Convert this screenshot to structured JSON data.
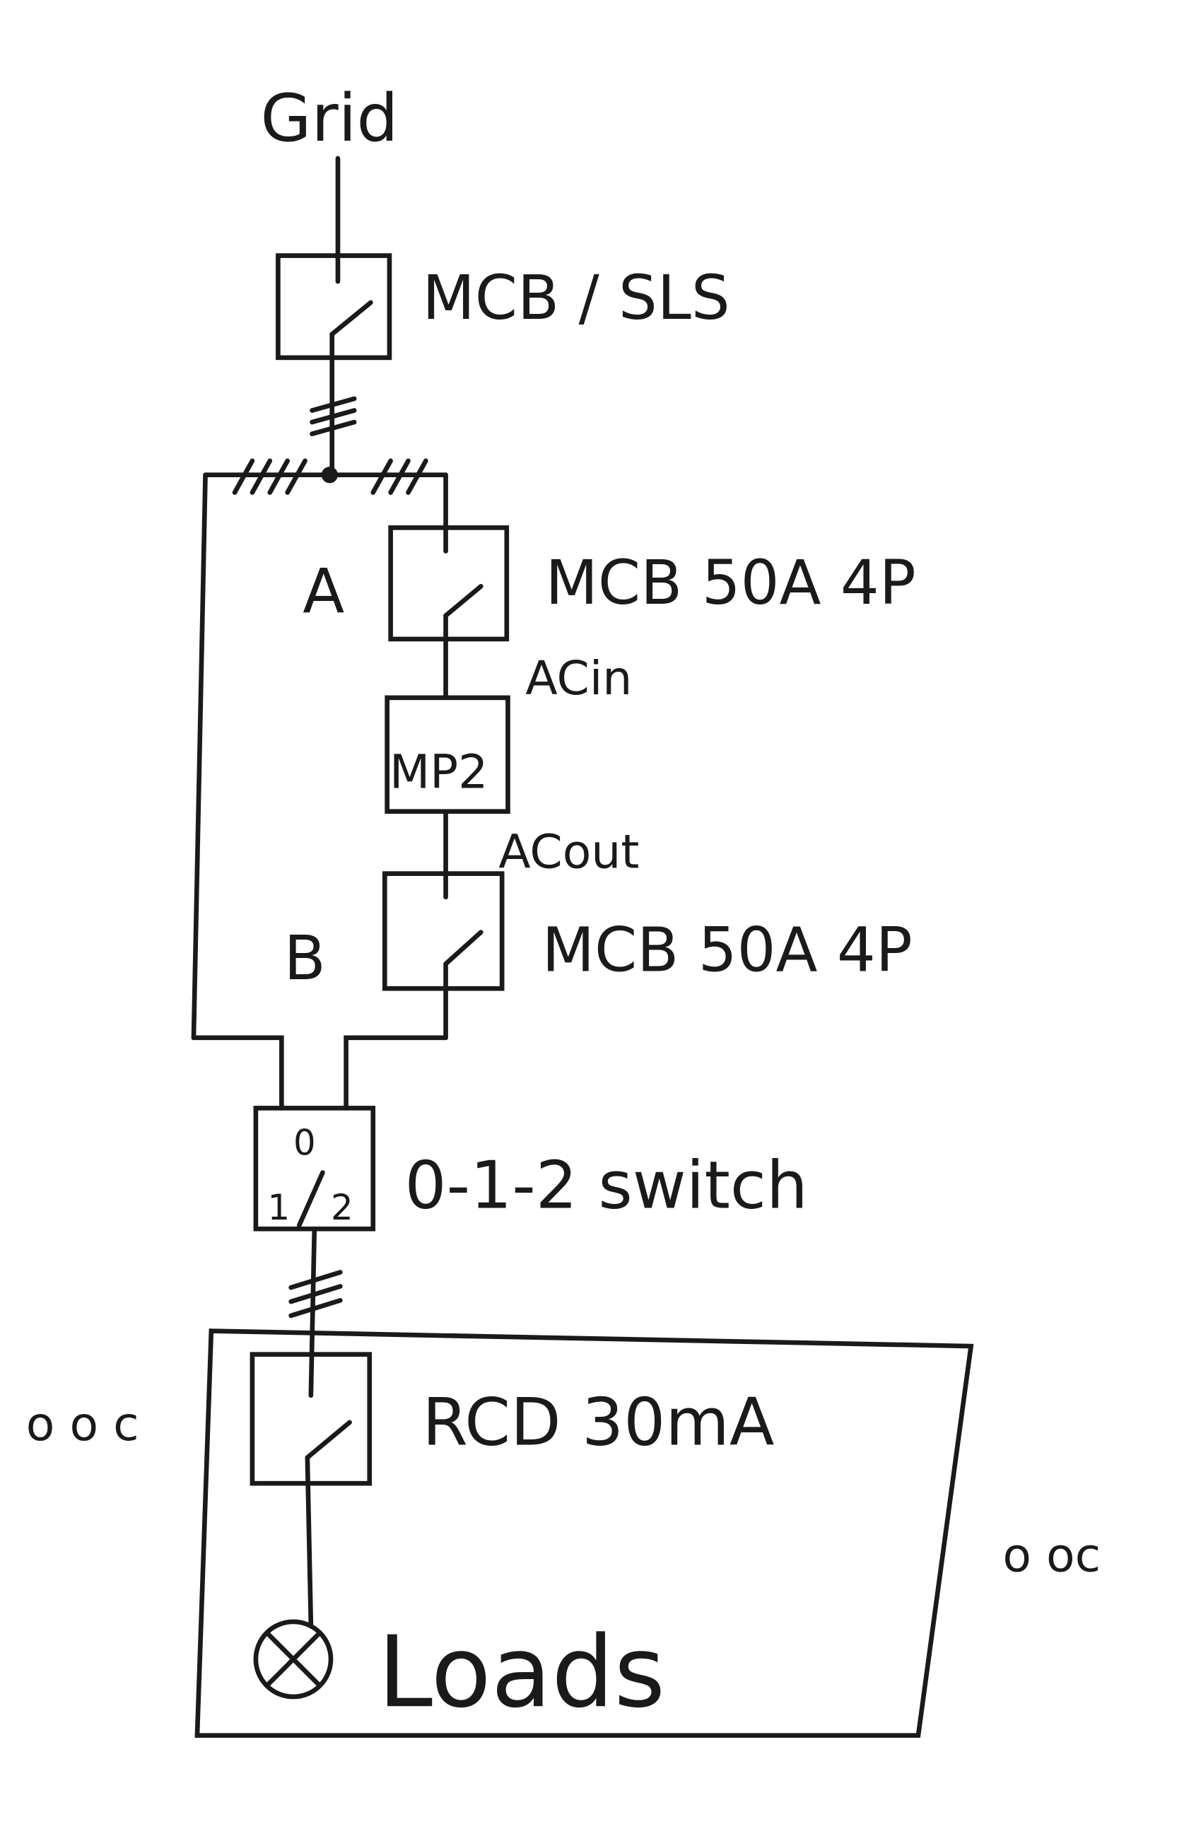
{
  "diagram": {
    "source_label": "Grid",
    "main_breaker_label": "MCB / SLS",
    "branch_a": {
      "letter": "A",
      "breaker_label": "MCB 50A 4P"
    },
    "inverter": {
      "name": "MP2",
      "input_label": "ACin",
      "output_label": "ACout"
    },
    "branch_b": {
      "letter": "B",
      "breaker_label": "MCB 50A 4P"
    },
    "changeover": {
      "label": "0-1-2 switch",
      "pos0": "0",
      "pos1": "1",
      "pos2": "2"
    },
    "rcd_label": "RCD 30mA",
    "loads_label": "Loads",
    "margin_marks_left": "o o c",
    "margin_marks_right": "o oc"
  },
  "colors": {
    "ink": "#1a1a1a",
    "paper": "#ffffff"
  }
}
